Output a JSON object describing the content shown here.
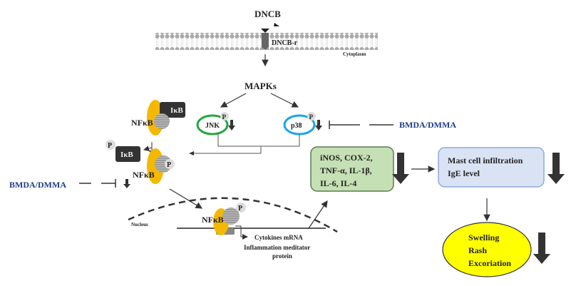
{
  "stimulus": {
    "label": "DNCB",
    "receptor_label": "DNCB-r",
    "compartment_label": "Cytoplasm"
  },
  "mapks": {
    "label": "MAPKs",
    "jnk_label": "JNK",
    "p38_label": "p38",
    "phospho_label": "P"
  },
  "nfkb": {
    "nfkb_label": "NFκB",
    "ikb_label": "IκB",
    "phospho_label": "P"
  },
  "inhibitor": {
    "label": "BMDA/DMMA",
    "color": "#1f3c88"
  },
  "nucleus": {
    "label": "Nucleus",
    "transcripts": [
      "Cytokines mRNA",
      "Inflammation meditator",
      "protein"
    ]
  },
  "cytokine_box": {
    "lines": [
      "iNOS, COX-2,",
      "TNF-α, IL-1β,",
      "IL-6, IL-4"
    ],
    "fill": "#c5e0b4"
  },
  "mast_box": {
    "lines": [
      "Mast cell infiltration",
      "IgE level"
    ],
    "fill": "#dae3f3"
  },
  "symptoms": {
    "lines": [
      "Swelling",
      "Rash",
      "Excoriation"
    ],
    "fill": "#ffff00"
  },
  "colors": {
    "jnk": "#22a83c",
    "p38": "#1aa5e8",
    "nfkb": "#f5b800",
    "ikb": "#333333",
    "down_arrow": "#333333"
  }
}
